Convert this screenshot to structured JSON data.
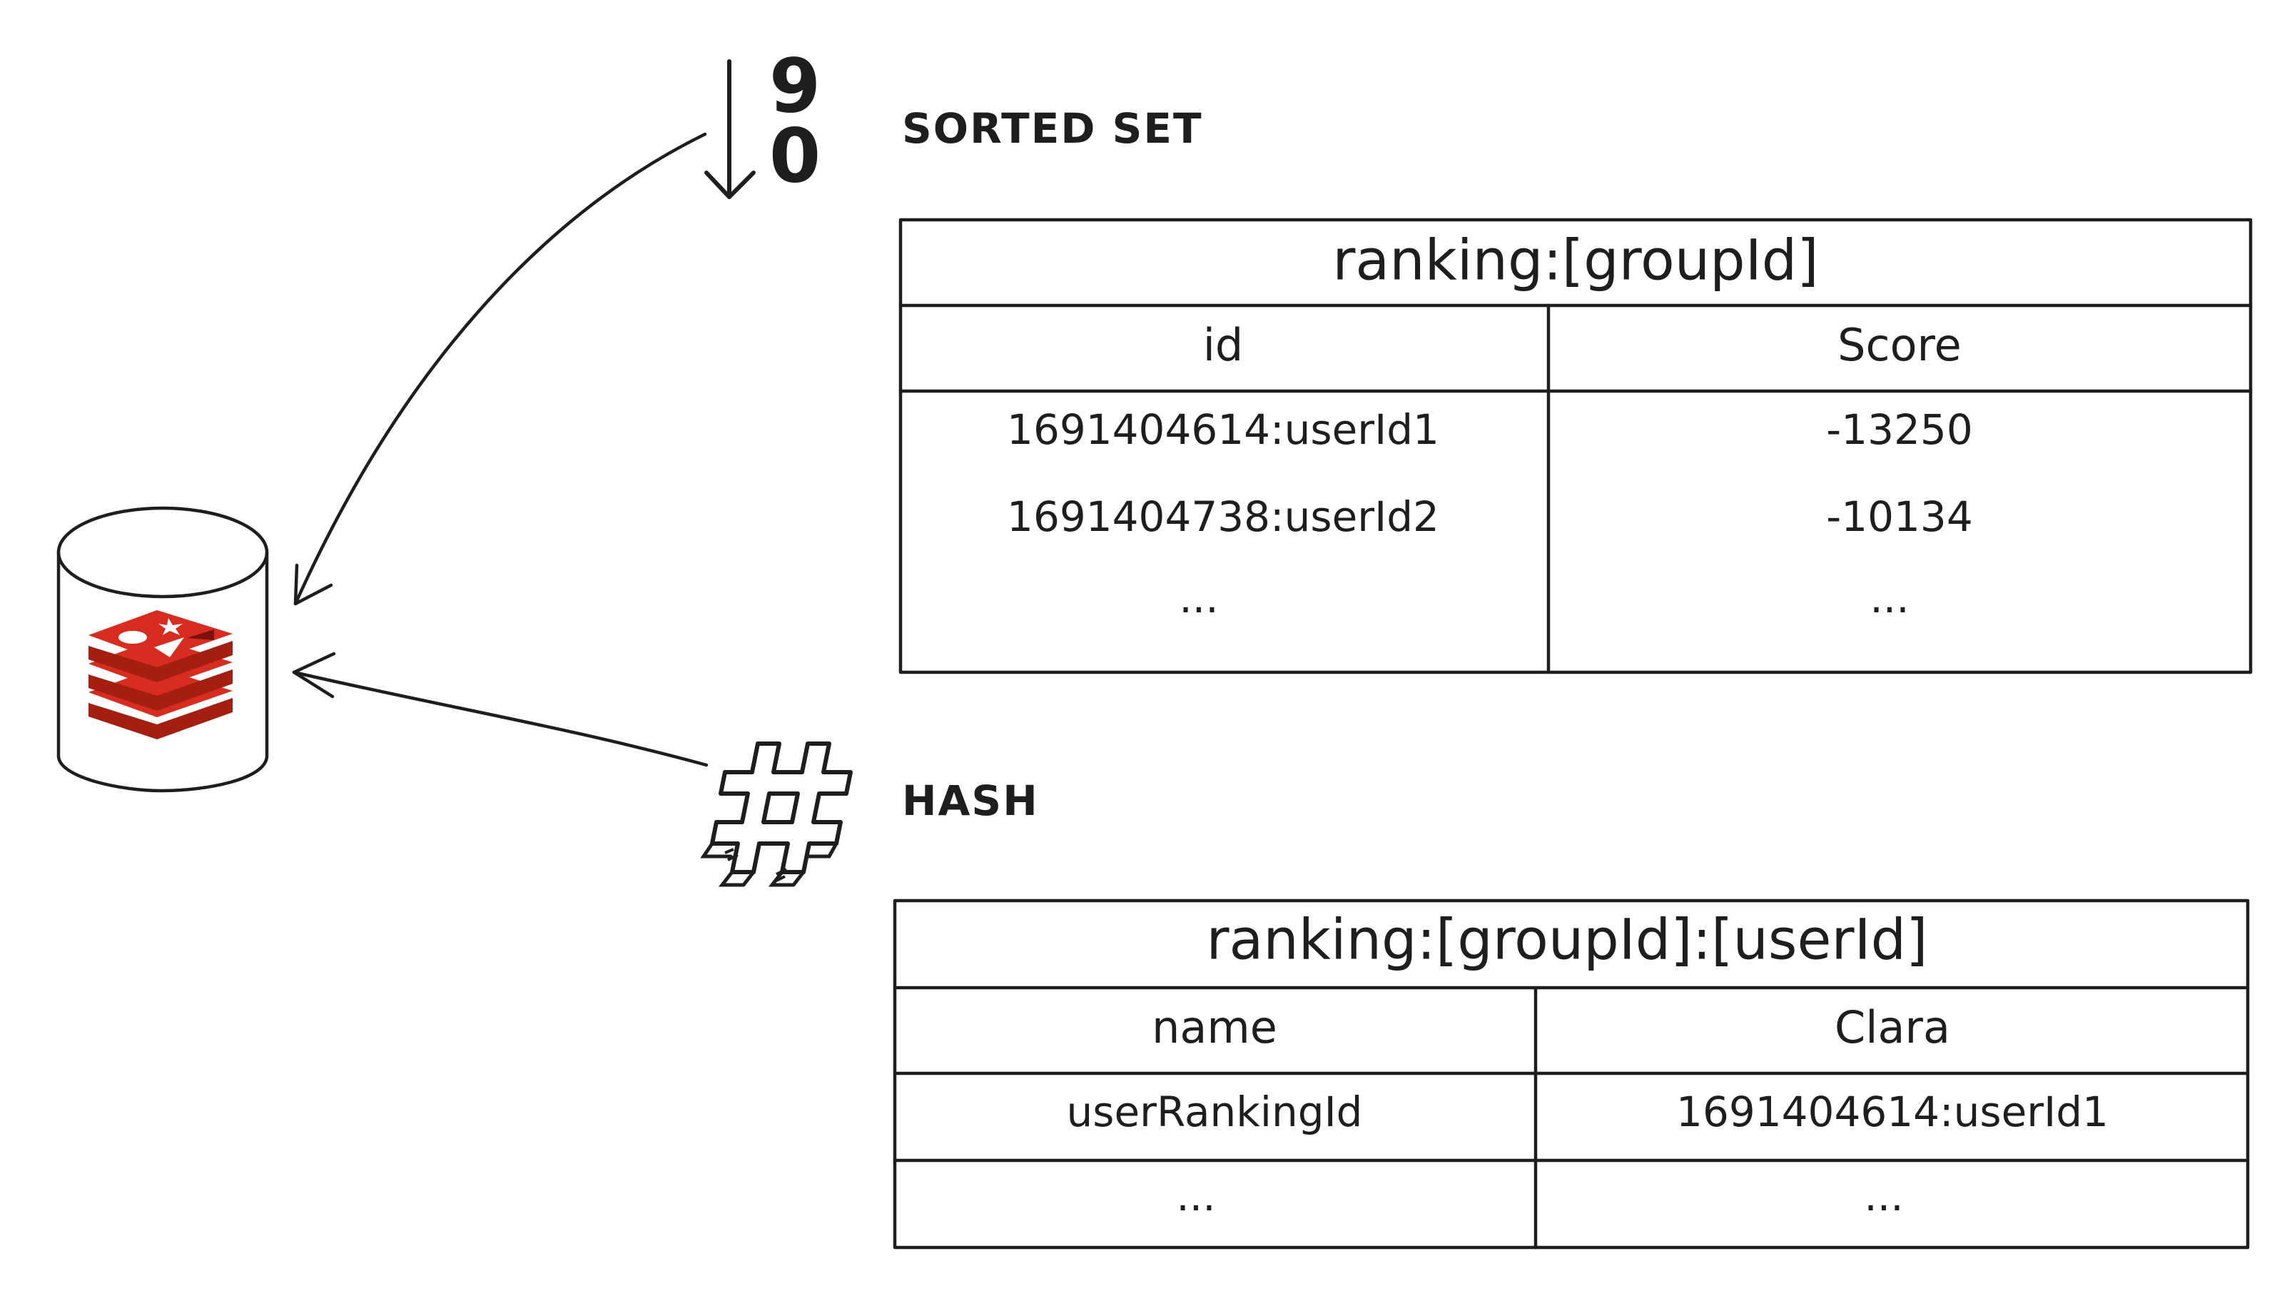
{
  "sorted_set": {
    "label": "SORTED SET",
    "icon": "sort-descending-9-0-icon",
    "icon_digits": [
      "9",
      "0"
    ],
    "table": {
      "title": "ranking:[groupId]",
      "headers": [
        "id",
        "Score"
      ],
      "rows": [
        [
          "1691404614:userId1",
          "-13250"
        ],
        [
          "1691404738:userId2",
          "-10134"
        ],
        [
          "...",
          "..."
        ]
      ]
    }
  },
  "hash": {
    "label": "HASH",
    "icon": "hash-icon",
    "table": {
      "title": "ranking:[groupId]:[userId]",
      "headers": [
        "name",
        "Clara"
      ],
      "rows": [
        [
          "userRankingId",
          "1691404614:userId1"
        ],
        [
          "...",
          "..."
        ]
      ]
    }
  },
  "database": {
    "icon": "redis-database-icon",
    "colors": {
      "logo_red": "#d82c20",
      "logo_dark_red": "#a41e11"
    }
  }
}
